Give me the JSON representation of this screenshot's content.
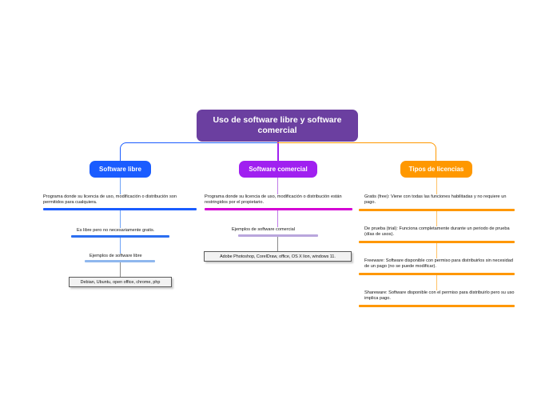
{
  "root": {
    "label": "Uso de software libre y software comercial",
    "color": "#6b3fa0"
  },
  "branches": {
    "libre": {
      "label": "Software libre",
      "color": "#1a5cff",
      "nodes": [
        {
          "text": "Programa donde su licencia de uso, modificación o distribución son permitidos para cualquiera.",
          "bar_color": "#1a5cff"
        },
        {
          "text": "Es libre pero no necesariamente gratis.",
          "bar_color": "#2b6ef0"
        },
        {
          "text": "Ejemplos de software libre",
          "bar_color": "#8fb7ee"
        }
      ],
      "leaf": "Debian, Ubuntu, open office, chrome, php"
    },
    "comercial": {
      "label": "Software comercial",
      "color": "#a020f0",
      "nodes": [
        {
          "text": "Programa donde su licencia de uso, modificación o distribución están restringidos por el propietario.",
          "bar_color": "#d400d4"
        },
        {
          "text": "Ejemplos de software comercial",
          "bar_color": "#b9a6dd"
        }
      ],
      "leaf": "Adobe Photoshop, CorelDraw, office, OS X lion, windows 11."
    },
    "licencias": {
      "label": "Tipos de licencias",
      "color": "#ff9800",
      "nodes": [
        {
          "text": "Gratis (free): Viene con todas las funciones habilitadas y no requiere un pago.",
          "bar_color": "#ff9800"
        },
        {
          "text": "De prueba (trial): Funciona completamente durante un periodo de prueba (días de usos).",
          "bar_color": "#ff9800"
        },
        {
          "text": "Freeware: Software disponible con permiso para distribuirlos sin necesidad de un pago  (no se puede modificar).",
          "bar_color": "#ff9800"
        },
        {
          "text": "Shareware: Software disponible con el permiso para distribuirlo pero su uso implica pago.",
          "bar_color": "#ff9800"
        }
      ]
    }
  }
}
